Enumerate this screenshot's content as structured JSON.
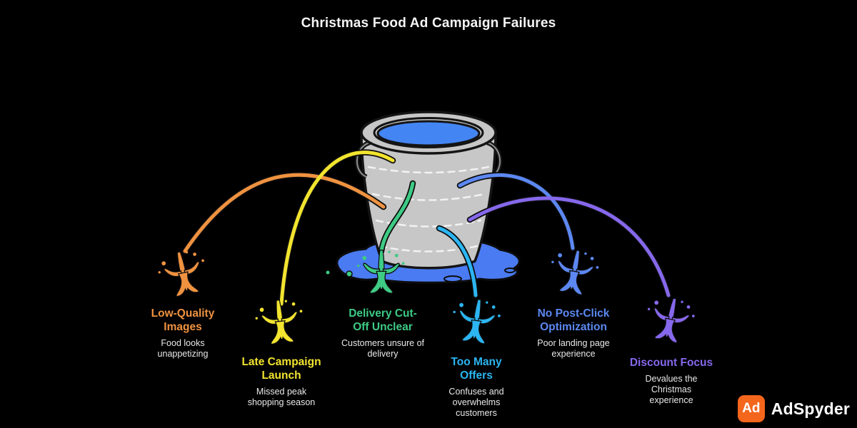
{
  "title": "Christmas Food Ad Campaign Failures",
  "bucket": {
    "body_color": "#c7c7c7",
    "outline_color": "#141414",
    "water_color": "#4385f3",
    "puddle_color": "#4a7bf2",
    "dash_color": "#f2f2f2",
    "handle_color": "#8f8f8f"
  },
  "failures": [
    {
      "title": "Low-Quality Images",
      "description": "Food looks unappetizing",
      "color": "#ef9240"
    },
    {
      "title": "Late Campaign Launch",
      "description": "Missed peak shopping season",
      "color": "#f2e42f"
    },
    {
      "title": "Delivery Cut-Off Unclear",
      "description": "Customers unsure of delivery",
      "color": "#3ecb84"
    },
    {
      "title": "Too Many Offers",
      "description": "Confuses and overwhelms customers",
      "color": "#2cb5f2"
    },
    {
      "title": "No Post-Click Optimization",
      "description": "Poor landing page experience",
      "color": "#5c88f2"
    },
    {
      "title": "Discount Focus",
      "description": "Devalues the Christmas experience",
      "color": "#8668ec"
    }
  ],
  "brand": {
    "name": "AdSpyder",
    "mark": "Ad",
    "mark_color": "#f4661c"
  }
}
